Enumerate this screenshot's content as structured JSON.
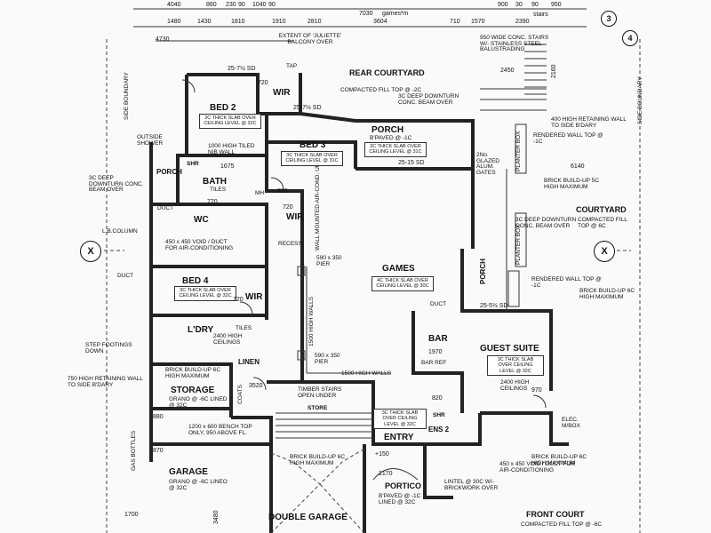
{
  "top_dims": [
    "4040",
    "860",
    "230",
    "90",
    "1040",
    "90",
    "7030",
    "900",
    "30",
    "90",
    "950",
    "1480",
    "1430",
    "1810",
    "1910",
    "2810",
    "3604",
    "710",
    "1570",
    "2390"
  ],
  "top_notes": {
    "games_rm": "games²m",
    "stairs": "stairs"
  },
  "rooms": {
    "bed2": "BED 2",
    "bed3": "BED 3",
    "bed4": "BED 4",
    "wir": "WIR",
    "bath": "BATH",
    "wc": "WC",
    "games": "GAMES",
    "porch": "PORCH",
    "rear_courtyard": "REAR COURTYARD",
    "courtyard": "COURTYARD",
    "guest_suite": "GUEST SUITE",
    "bar": "BAR",
    "ldry": "L'DRY",
    "linen": "LINEN",
    "storage": "STORAGE",
    "garage": "GARAGE",
    "double_garage": "DOUBLE GARAGE",
    "entry": "ENTRY",
    "ens2": "ENS 2",
    "portico": "PORTICO",
    "front_court": "FRONT COURT",
    "shr": "SHR",
    "store": "STORE",
    "recess": "RECESS",
    "mh": "MH",
    "coats": "COATS",
    "bar_ref": "BAR REF"
  },
  "notes": {
    "extent_balcony": "EXTENT OF 'JULIETTE' BALCONY OVER",
    "rear_fill": "COMPACTED FILL TOP @ -2C",
    "deep_downturn": "3C DEEP DOWNTURN CONC. BEAM OVER",
    "stairs_950": "950 WIDE CONC. STAIRS W/- STAINLESS STEEL BALUSTRADING",
    "retaining_400": "400 HIGH RETAINING WALL TO SIDE B'DARY",
    "rendered_wall": "RENDERED WALL TOP @ -1C",
    "porch_paved": "B'PAVED @ -1C",
    "glazed_gates": "2No. GLAZED ALUM. GATES",
    "planter_box": "PLANTER BOX",
    "brick_5c": "BRICK BUILD-UP 5C HIGH MAXIMUM",
    "brick_6c": "BRICK BUILD-UP 6C HIGH MAXIMUM",
    "courtyard_fill": "COMPACTED FILL TOP @ 6C",
    "outside_shower": "OUTSIDE SHOWER",
    "tiled_wall": "1000 HIGH TILED NIB WALL",
    "slab_32c": "3C THICK SLAB OVER CEILING LEVEL @ 32C",
    "slab_31c": "3C THICK SLAB OVER CEILING LEVEL @ 31C",
    "slab_4c": "4C THICK SLAB OVER CEILING LEVEL @ 30C",
    "void": "450 x 450 VOID / DUCT FOR AIR-CONDITIONING",
    "lb_column": "L.B.COLUMN",
    "pier": "590 x 350 PIER",
    "high_walls": "1500 HIGH WALLS",
    "timber_stairs": "TIMBER STAIRS OPEN UNDER",
    "step_footings": "STEP FOOTINGS DOWN",
    "retaining_750": "750 HIGH RETAINING WALL TO SIDE B'DARY",
    "storage_floor": "GRANO @ -6C LINED @ 32C",
    "bench_top": "1200 x 600 BENCH TOP ONLY, 950 ABOVE FL.",
    "gas_bottles": "GAS BOTTLES",
    "garage_floor": "GRANO @ -6C LINEO @ 32C",
    "portico_floor": "B'PAVED @ -1C LINED @ 32C",
    "lintel": "LINTEL @ 30C W/- BRICKWORK OVER",
    "hi_lite": "BRICK BUILD-UP 6C HIGH MAXIMUM",
    "front_fill": "COMPACTED FILL TOP @ -6C",
    "elec_box": "ELEC. M/BOX",
    "duct": "DUCT",
    "tap": "TAP",
    "side_boundary": "SIDE BOUNDARY",
    "ceilings_2400": "2400 HIGH CEILINGS",
    "tiles": "TILES",
    "vanity": "WALL MOUNTED AIR-COND. UNIT"
  },
  "dims": {
    "d4730": "4730",
    "d2450": "2450",
    "d2160": "2160",
    "d6140": "6140",
    "d1970": "1970",
    "d970": "970",
    "d820": "820",
    "d720": "720",
    "d1675": "1675",
    "d3520": "3520",
    "d1700": "1700",
    "d3480": "3480",
    "d2170": "2170",
    "d150": "+150",
    "d880": "880",
    "d870": "870",
    "d25_7": "25-7½ SD",
    "d25_15": "25-15 SD",
    "d25_5": "25-5½ SD"
  },
  "markers": {
    "m3": "3",
    "m4": "4",
    "x": "X"
  }
}
